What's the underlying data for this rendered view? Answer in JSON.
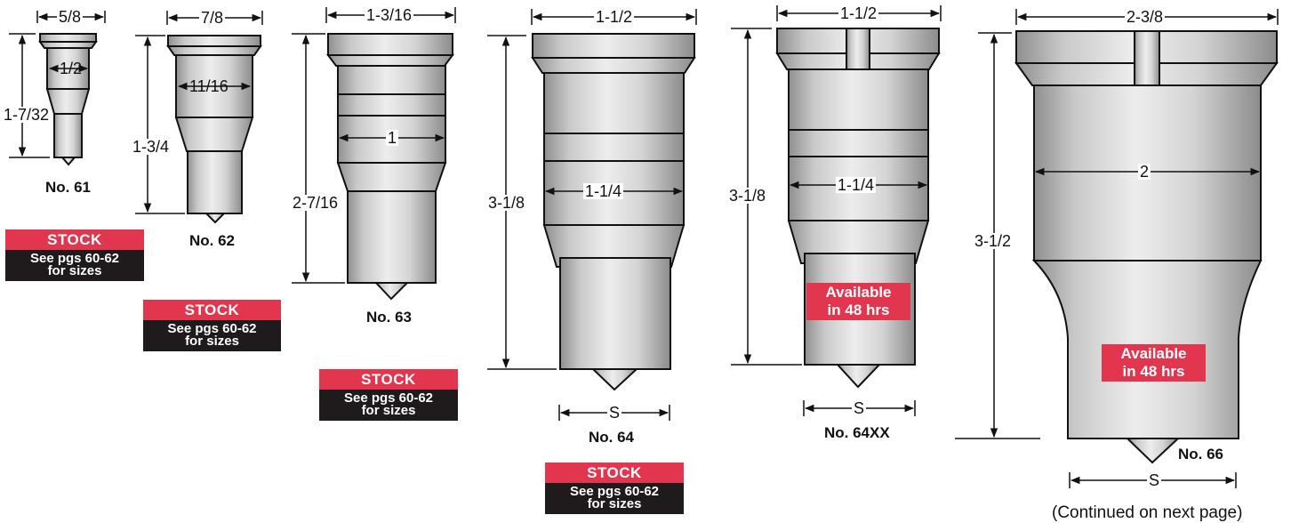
{
  "punches": [
    {
      "id": "61",
      "name": "No. 61",
      "top_width": "5/8",
      "body_width": "1/2",
      "length": "1-7/32"
    },
    {
      "id": "62",
      "name": "No. 62",
      "top_width": "7/8",
      "body_width": "11/16",
      "length": "1-3/4"
    },
    {
      "id": "63",
      "name": "No. 63",
      "top_width": "1-3/16",
      "body_width": "1",
      "length": "2-7/16"
    },
    {
      "id": "64",
      "name": "No. 64",
      "top_width": "1-1/2",
      "body_width": "1-1/4",
      "length": "3-1/8",
      "tip": "S"
    },
    {
      "id": "64xx",
      "name": "No. 64XX",
      "top_width": "1-1/2",
      "body_width": "1-1/4",
      "length": "3-1/8",
      "tip": "S"
    },
    {
      "id": "66",
      "name": "No. 66",
      "top_width": "2-3/8",
      "body_width": "2",
      "length": "3-1/2",
      "tip": "S"
    }
  ],
  "stock_badge": {
    "title": "STOCK",
    "line1": "See pgs 60-62",
    "line2": "for sizes"
  },
  "availability_badge": {
    "line1": "Available",
    "line2": "in 48 hrs"
  },
  "footer_note": "(Continued on next page)",
  "colors": {
    "badge_red": "#e2364f",
    "badge_dark": "#1f1b1c",
    "metal_light": "#e4e4e4",
    "metal_dark": "#9a9a9a",
    "outline": "#111111"
  }
}
